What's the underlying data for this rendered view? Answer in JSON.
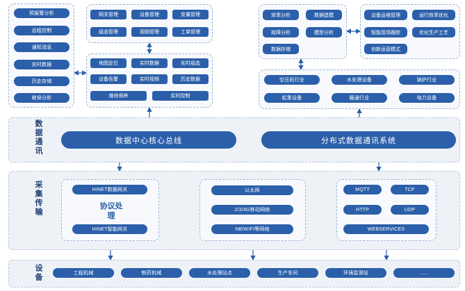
{
  "apps_left": [
    "预报警分析",
    "远程控制",
    "通知消息",
    "实时数据",
    "历史存储",
    "继保分析"
  ],
  "top_functions": [
    "网关管理",
    "设备管理",
    "变量管理",
    "组态管理",
    "视频管理",
    "工单管理"
  ],
  "mid_functions": [
    "地图定位",
    "实时数据",
    "实时组态",
    "设备告警",
    "实时视频",
    "历史数据",
    "维修保养",
    "实时控制"
  ],
  "analysis": [
    "效率分析",
    "数据建模",
    "故障分析",
    "模型分析",
    "数据存储"
  ],
  "smart": [
    "设备运维管理",
    "运行效率优化",
    "智能现场跟踪",
    "优化生产工艺",
    "创新运营模式"
  ],
  "industries": [
    "空压机行业",
    "水处理设备",
    "锅炉行业",
    "起重设备",
    "暖通行业",
    "电力设备"
  ],
  "layers": {
    "comm": "数据通讯",
    "collect": "采集传输",
    "device": "设备"
  },
  "bus": {
    "core": "数据中心核心总线",
    "dist": "分布式数据通讯系统"
  },
  "gateway": {
    "top": "HINET数据网关",
    "bottom": "HINET智能网关",
    "proc": "协议处理"
  },
  "networks": [
    "以太网",
    "2/3/4G移动网络",
    "NB/WIFI等网络"
  ],
  "protocols": [
    "MQTT",
    "TCP",
    "HTTP",
    "UDP",
    "WEBSERVICES"
  ],
  "devices": [
    "工程机械",
    "制药机械",
    "水处理站点",
    "生产车间",
    "环境监测站",
    "……"
  ],
  "colors": {
    "primary": "#2b5faa",
    "label": "#1f3f73",
    "band": "#eef2f7",
    "border": "#9bb3d6"
  }
}
